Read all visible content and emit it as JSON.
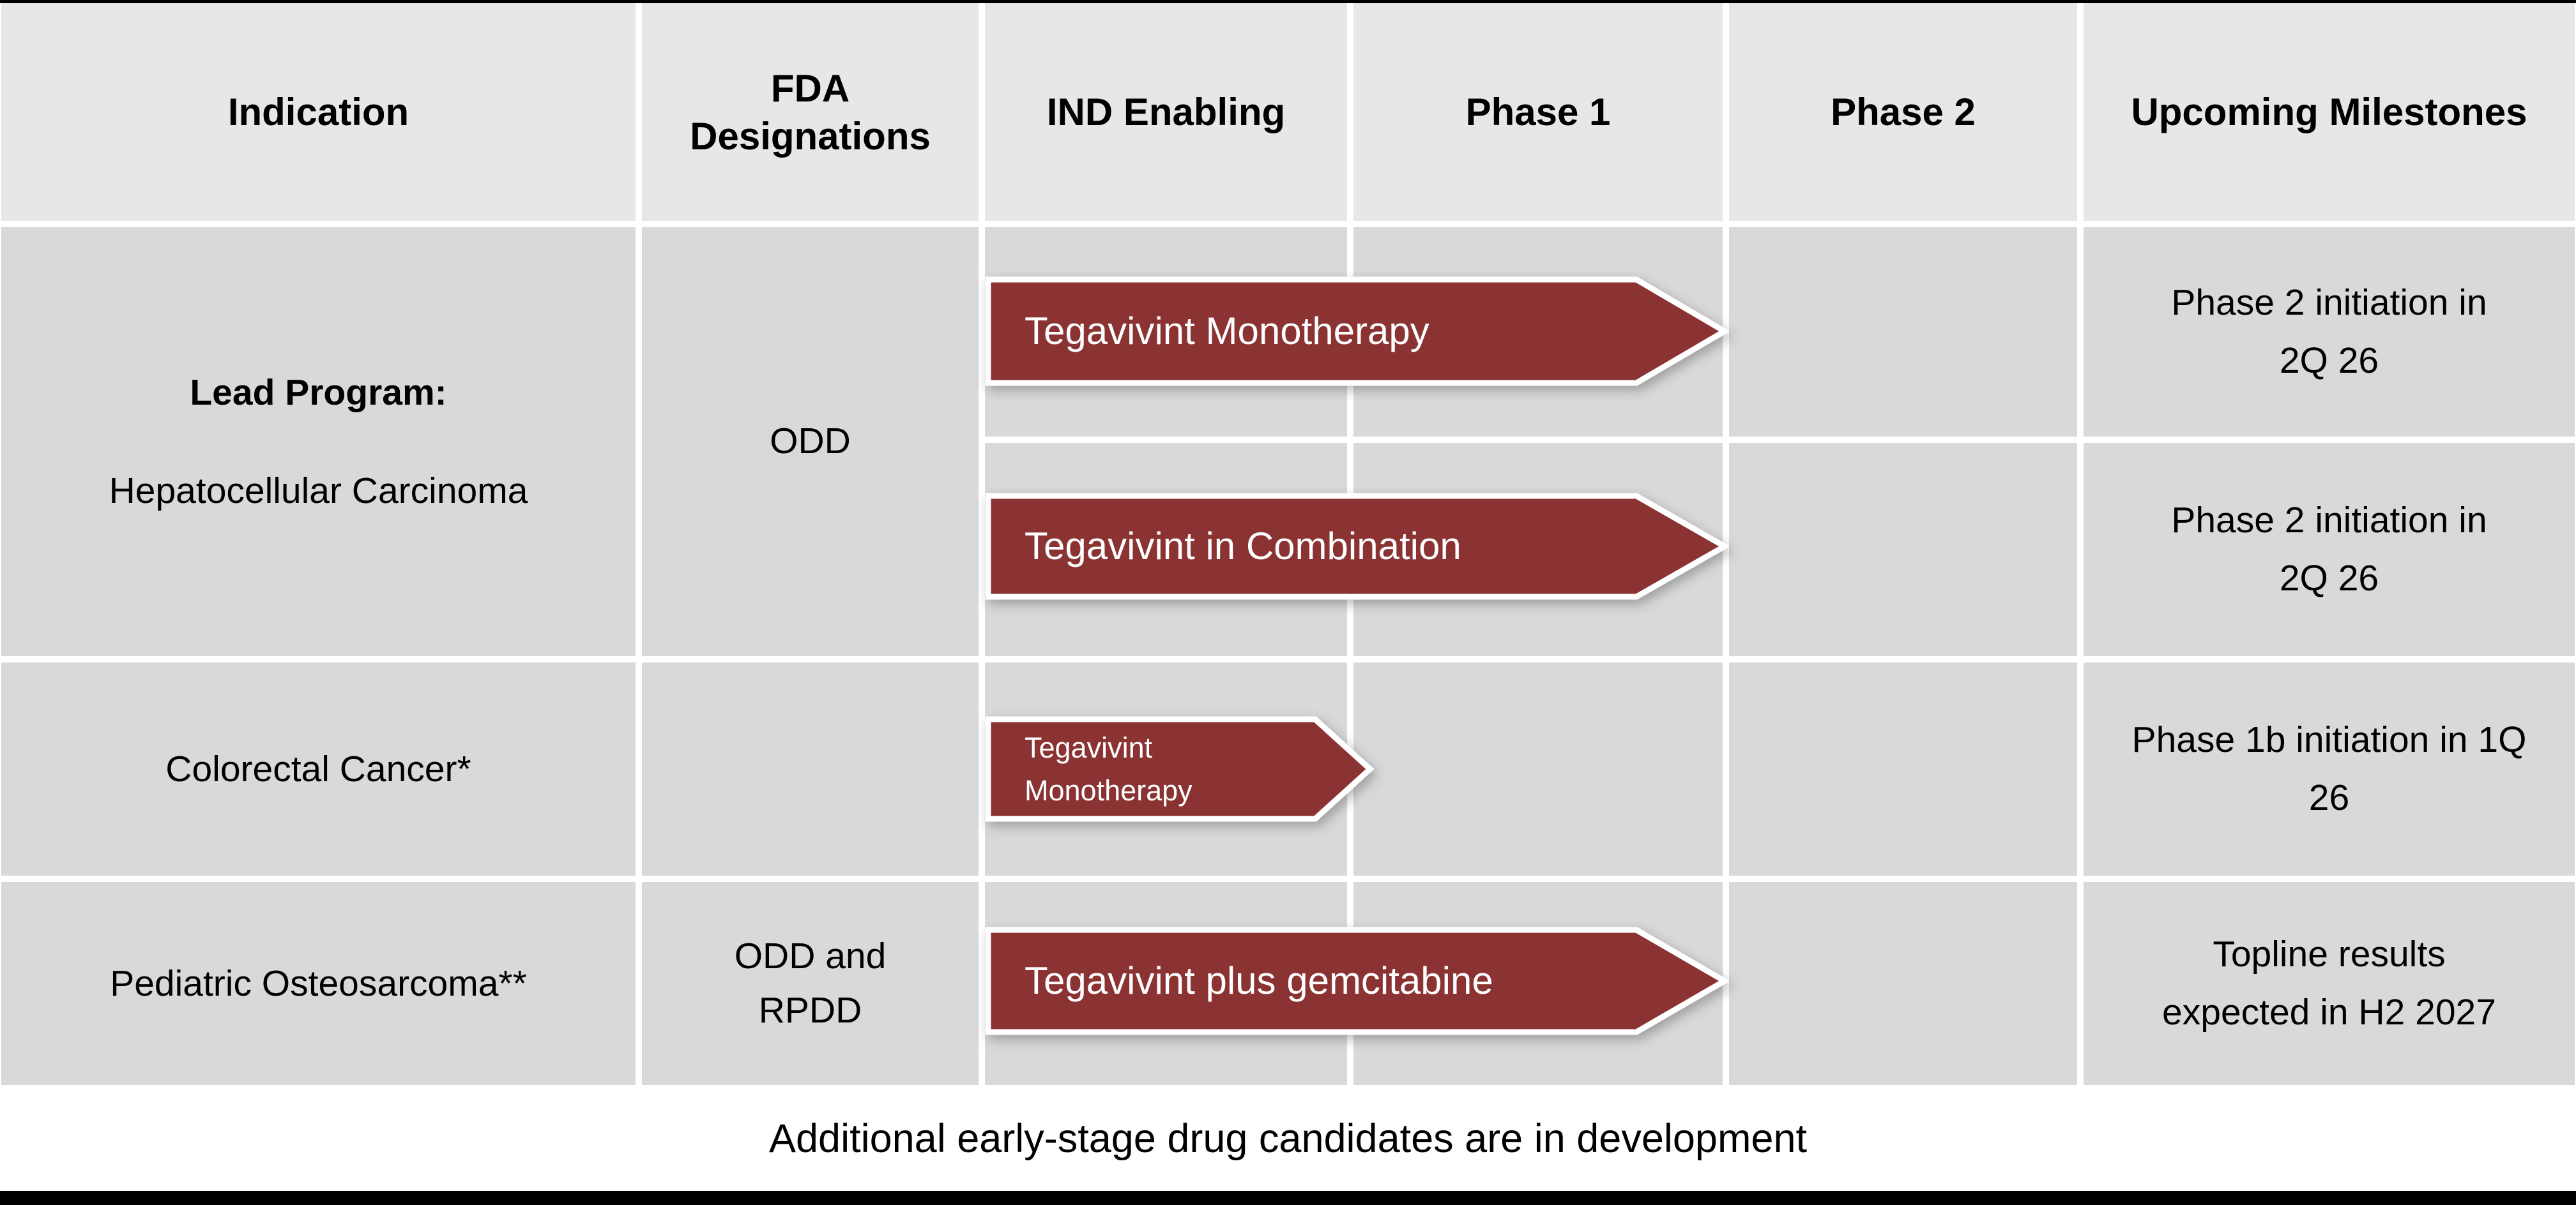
{
  "table": {
    "columns": [
      "Indication",
      "FDA Designations",
      "IND Enabling",
      "Phase 1",
      "Phase 2",
      "Upcoming Milestones"
    ],
    "rows": [
      {
        "indication_line1": "Lead Program:",
        "indication_line2": "Hepatocellular Carcinoma",
        "fda": "ODD",
        "programs": [
          {
            "label": "Tegavivint Monotherapy",
            "milestone": "Phase 2 initiation in 2Q 26"
          },
          {
            "label": "Tegavivint in Combination",
            "milestone": "Phase 2 initiation in 2Q 26"
          }
        ]
      },
      {
        "indication": "Colorectal Cancer*",
        "fda": "",
        "programs": [
          {
            "label": "Tegavivint Monotherapy",
            "milestone": "Phase 1b initiation in 1Q 26"
          }
        ]
      },
      {
        "indication": "Pediatric Osteosarcoma**",
        "fda": "ODD and RPDD",
        "programs": [
          {
            "label": "Tegavivint plus gemcitabine",
            "milestone": "Topline results expected in H2 2027"
          }
        ]
      }
    ]
  },
  "caption": "Additional early-stage drug candidates are in development",
  "colors": {
    "arrow": "#8b3233",
    "header_bg": "#e7e7e7",
    "cell_bg": "#d9d9d9"
  }
}
